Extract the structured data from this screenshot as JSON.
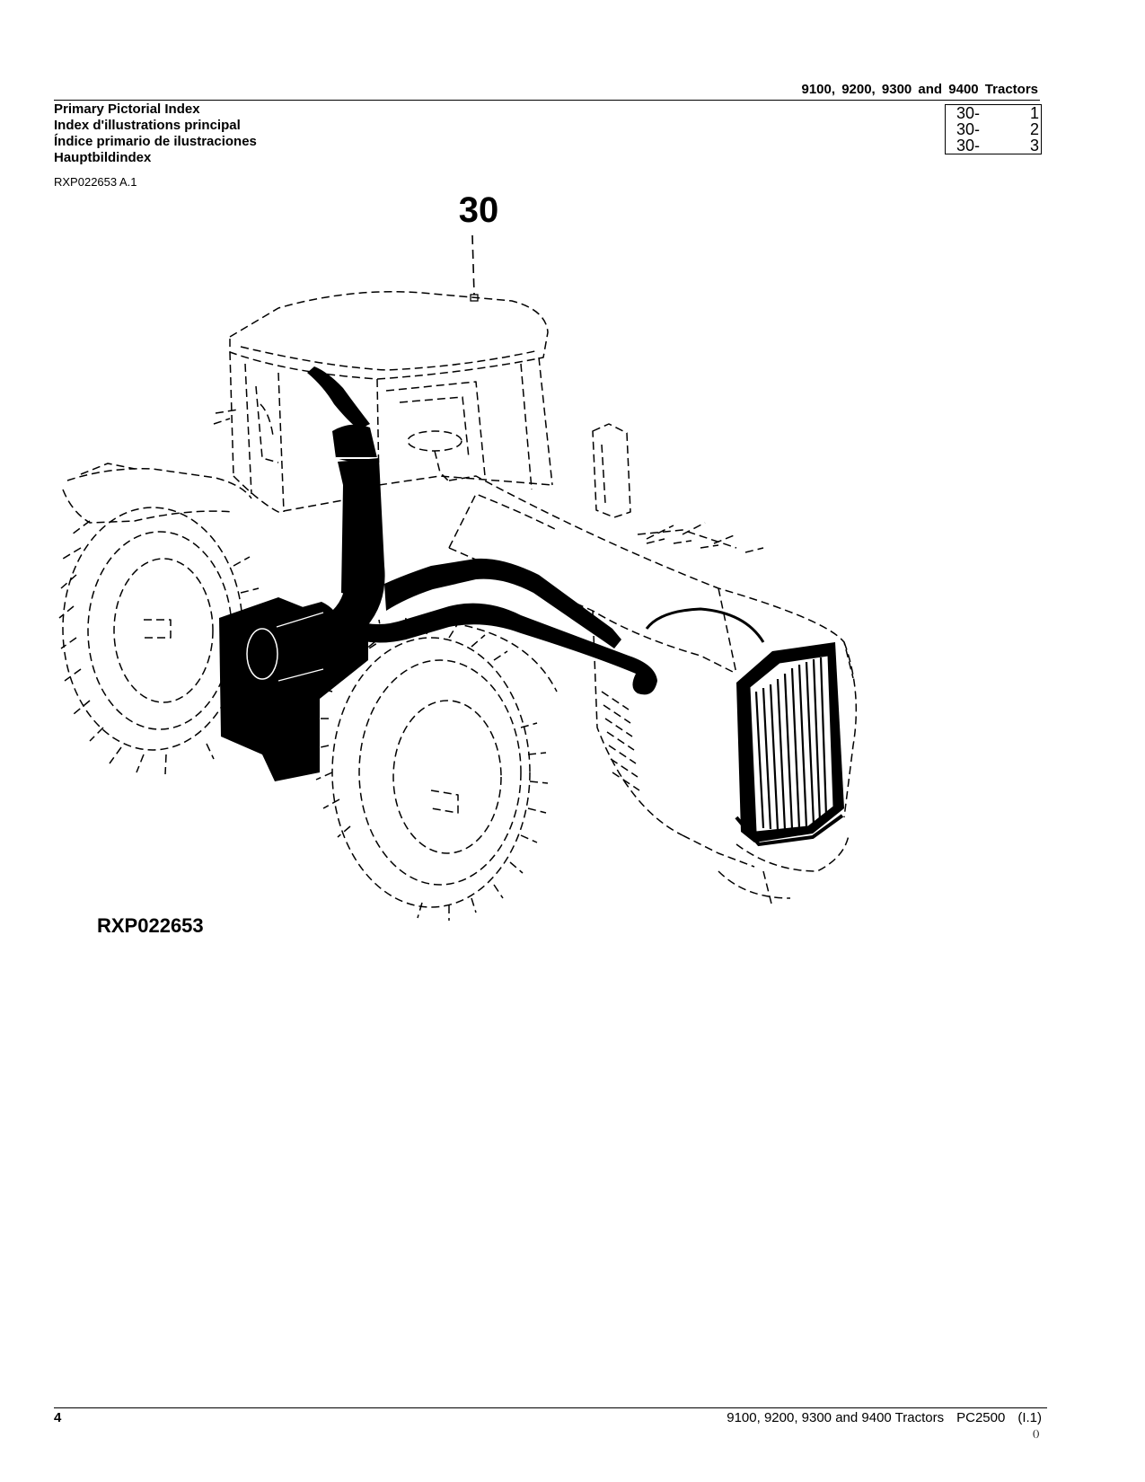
{
  "header": {
    "title": "9100, 9200, 9300 and 9400 Tractors",
    "index_titles": [
      "Primary Pictorial Index",
      "Index d'illustrations principal",
      "Índice primario de ilustraciones",
      "Hauptbildindex"
    ],
    "reference_table": [
      {
        "section": "30-",
        "page": "1"
      },
      {
        "section": "30-",
        "page": "2"
      },
      {
        "section": "30-",
        "page": "3"
      }
    ]
  },
  "figure": {
    "caption": "RXP022653 A.1",
    "callout": "30",
    "drawing_id": "RXP022653"
  },
  "footer": {
    "page_number": "4",
    "book_title": "9100, 9200, 9300 and 9400 Tractors",
    "publication": "PC2500",
    "revision": "(I.1)",
    "mark": "()"
  }
}
